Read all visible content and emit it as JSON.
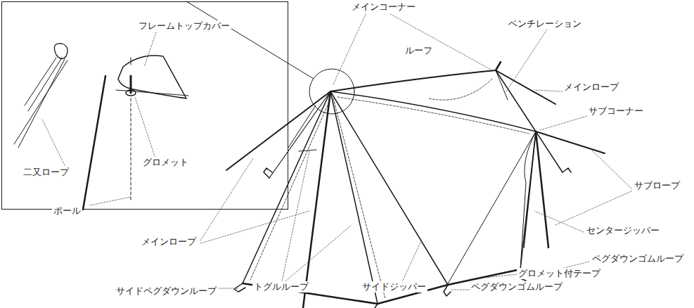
{
  "diagram": {
    "nodes": [
      {
        "text": [
          "フレームトップカバー",
          "二又ロープ",
          "グロメット",
          "ポール"
        ]
      }
    ],
    "labels": [
      "メインコーナー",
      "ベンチレーション",
      "ルーフ",
      "メインロープ",
      "サブコーナー",
      "サブロープ",
      "センタージッパー",
      "ペグダウンゴムループ",
      "グロメット付テープ",
      "ペグダウンゴムループ",
      "サイドジッパー",
      "トグルループ",
      "サイドペグダウンループ",
      "メインロープ"
    ]
  }
}
